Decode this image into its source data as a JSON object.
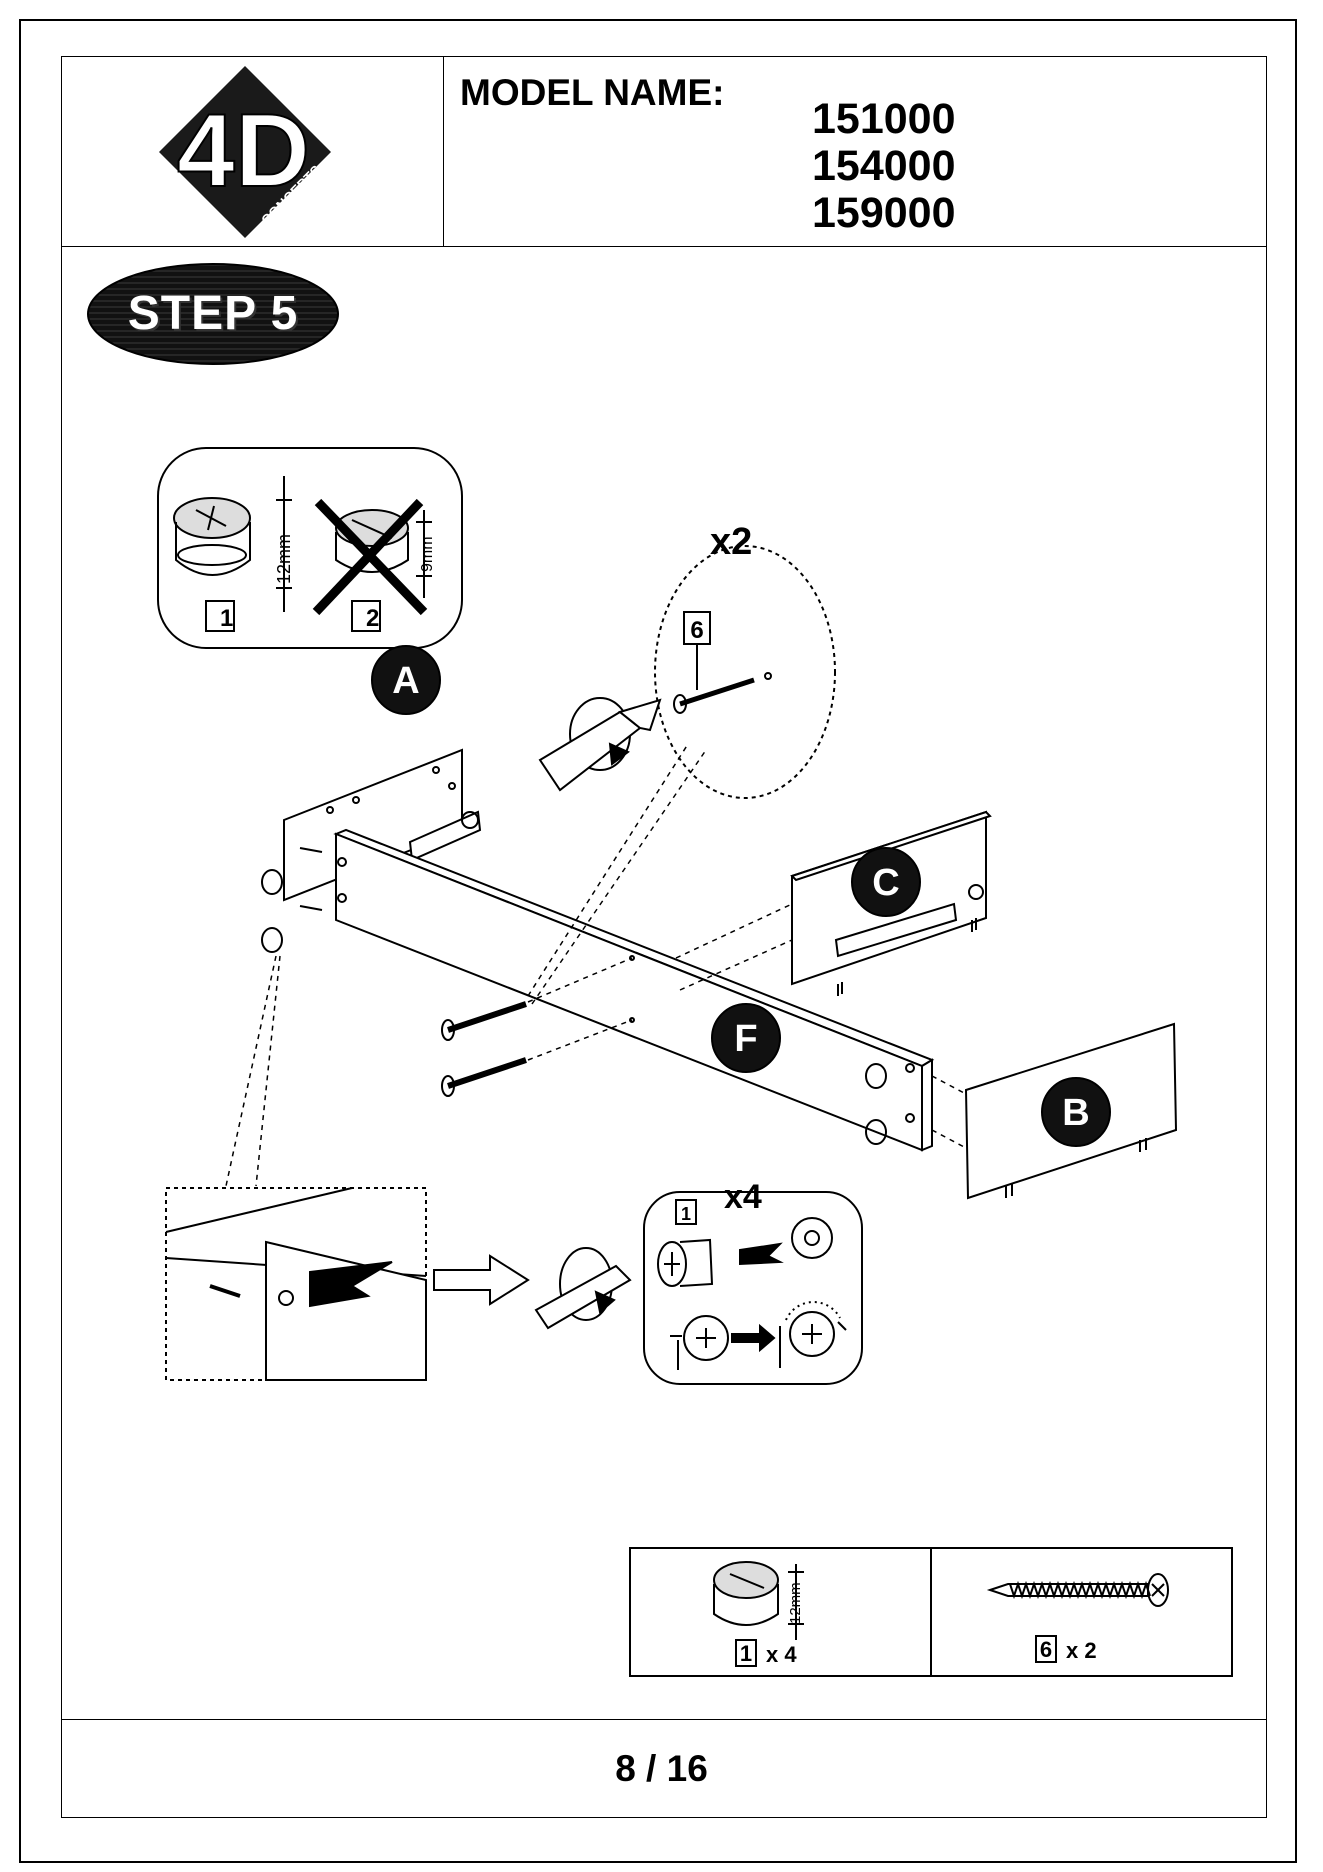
{
  "header": {
    "logo": {
      "icon": "4d-concepts-logo",
      "text": "4D",
      "subtext": "CONCEPTS"
    },
    "model_label": "MODEL NAME:",
    "model_numbers": [
      "151000",
      "154000",
      "159000"
    ]
  },
  "step": {
    "label": "STEP 5"
  },
  "inset_top": {
    "correct_part_id": "1",
    "correct_size": "12mm",
    "wrong_part_id": "2",
    "wrong_size": "9mm"
  },
  "callout_screws": {
    "multiplier": "x2",
    "part_id": "6"
  },
  "panels": {
    "a": "A",
    "b": "B",
    "c": "C",
    "f": "F"
  },
  "callout_cams": {
    "multiplier": "x4",
    "part_id": "1"
  },
  "parts_table": {
    "cam": {
      "part_id": "1",
      "size": "12mm",
      "quantity": "x 4"
    },
    "screw": {
      "part_id": "6",
      "quantity": "x 2"
    }
  },
  "footer": {
    "page": "8 / 16"
  }
}
